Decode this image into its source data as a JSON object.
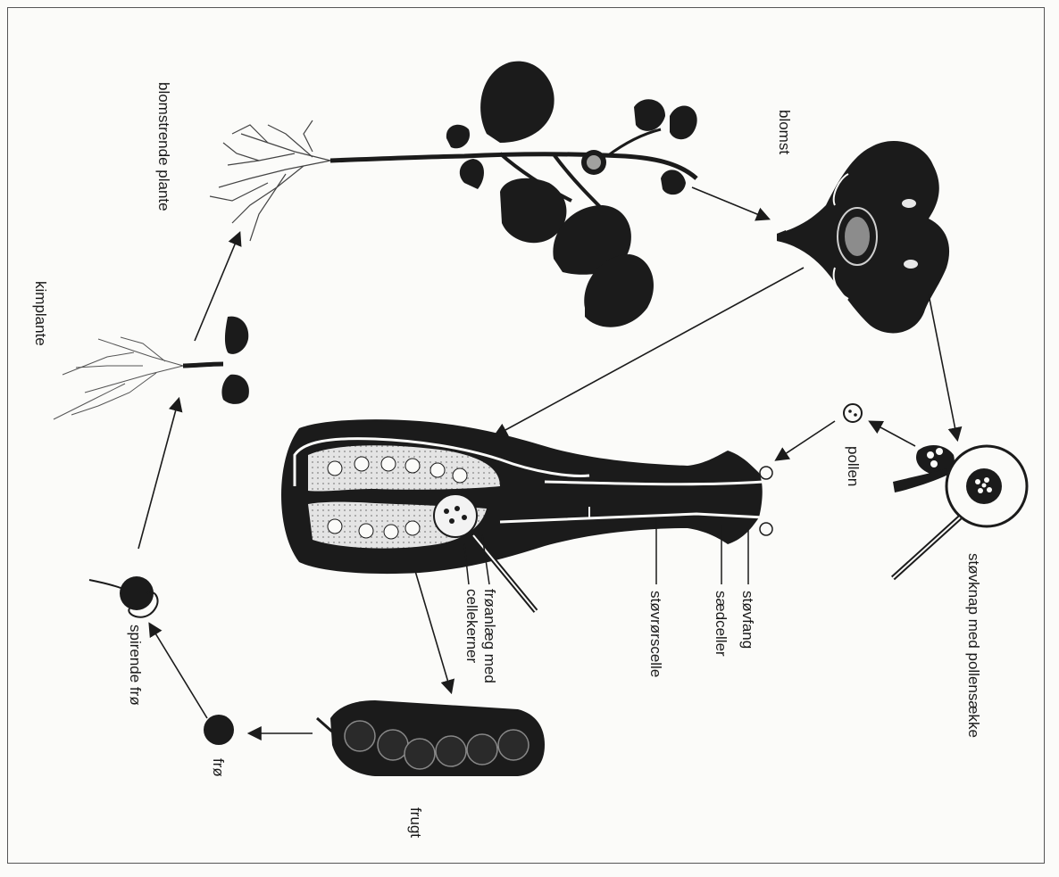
{
  "diagram": {
    "labels": {
      "flowering_plant": "blomstrende plante",
      "flower": "blomst",
      "anther_with_pollen_sacs": "støvknap med pollensække",
      "pollen": "pollen",
      "stigma": "støvfang",
      "sperm_cells": "sædceller",
      "pollen_tube": "støvrørscelle",
      "seed_plant_with_cell_nuclei_line1": "frøanlæg med",
      "seed_plant_with_cell_nuclei_line2": "cellekerner",
      "fruit": "frugt",
      "seed": "frø",
      "germinating_seed": "spirende frø",
      "seedling": "kimplante"
    },
    "colors": {
      "ink": "#1b1b1b",
      "paper": "#fbfbf9",
      "ovary_fill": "#d9d9d9",
      "border": "#555555"
    }
  }
}
